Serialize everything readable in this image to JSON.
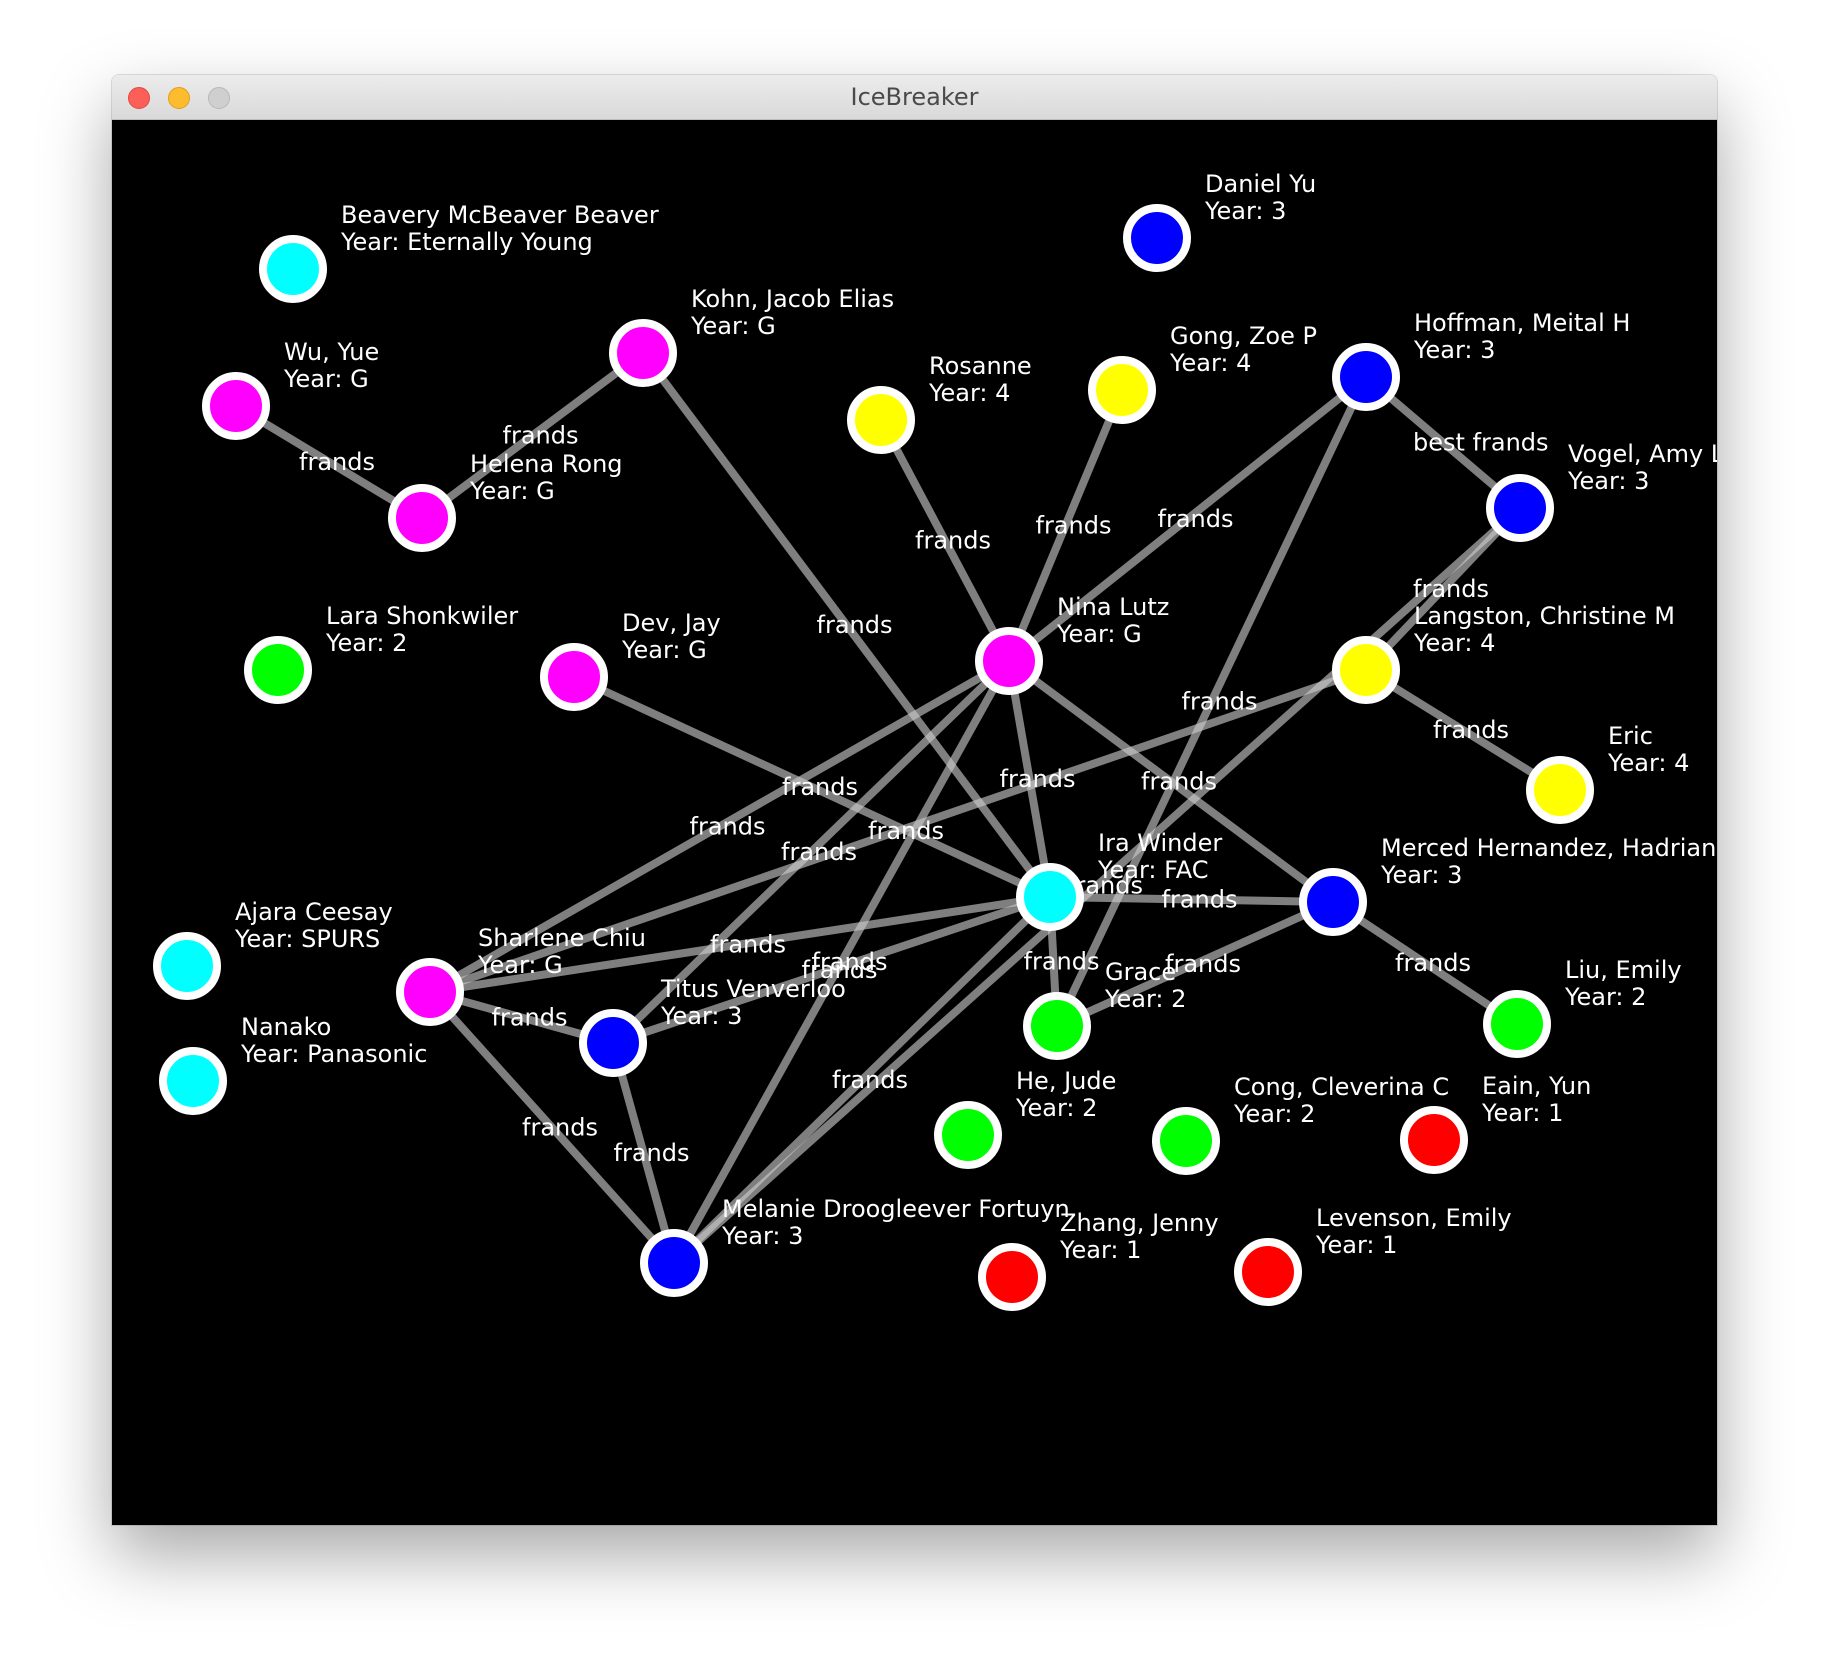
{
  "window": {
    "title": "IceBreaker"
  },
  "colors": {
    "canvas": "#000000",
    "edge": "#cdcdcd",
    "node_ring": "#ffffff",
    "cyan": "#00ffff",
    "magenta": "#ff00ff",
    "blue": "#0000ff",
    "yellow": "#ffff00",
    "green": "#00ff00",
    "red": "#ff0000"
  },
  "graph": {
    "nodes": [
      {
        "id": "beavery",
        "name": "Beavery McBeaver Beaver",
        "year": "Year: Eternally Young",
        "color": "cyan"
      },
      {
        "id": "daniel",
        "name": "Daniel Yu",
        "year": "Year: 3",
        "color": "blue"
      },
      {
        "id": "kohn",
        "name": "Kohn, Jacob Elias",
        "year": "Year: G",
        "color": "magenta"
      },
      {
        "id": "wu",
        "name": "Wu, Yue",
        "year": "Year: G",
        "color": "magenta"
      },
      {
        "id": "helena",
        "name": "Helena Rong",
        "year": "Year: G",
        "color": "magenta"
      },
      {
        "id": "rosanne",
        "name": "Rosanne",
        "year": "Year: 4",
        "color": "yellow"
      },
      {
        "id": "gong",
        "name": "Gong, Zoe P",
        "year": "Year: 4",
        "color": "yellow"
      },
      {
        "id": "hoffman",
        "name": "Hoffman, Meital H",
        "year": "Year: 3",
        "color": "blue"
      },
      {
        "id": "vogel",
        "name": "Vogel, Amy L",
        "year": "Year: 3",
        "color": "blue"
      },
      {
        "id": "lara",
        "name": "Lara Shonkwiler",
        "year": "Year: 2",
        "color": "green"
      },
      {
        "id": "dev",
        "name": "Dev, Jay",
        "year": "Year: G",
        "color": "magenta"
      },
      {
        "id": "nina",
        "name": "Nina Lutz",
        "year": "Year: G",
        "color": "magenta"
      },
      {
        "id": "langston",
        "name": "Langston, Christine M",
        "year": "Year: 4",
        "color": "yellow"
      },
      {
        "id": "eric",
        "name": "Eric",
        "year": "Year: 4",
        "color": "yellow"
      },
      {
        "id": "ira",
        "name": "Ira Winder",
        "year": "Year: FAC",
        "color": "cyan"
      },
      {
        "id": "merced",
        "name": "Merced Hernandez, Hadrian",
        "year": "Year: 3",
        "color": "blue"
      },
      {
        "id": "ajara",
        "name": "Ajara Ceesay",
        "year": "Year: SPURS",
        "color": "cyan"
      },
      {
        "id": "sharlene",
        "name": "Sharlene Chiu",
        "year": "Year: G",
        "color": "magenta"
      },
      {
        "id": "titus",
        "name": "Titus Venverloo",
        "year": "Year: 3",
        "color": "blue"
      },
      {
        "id": "grace",
        "name": "Grace",
        "year": "Year: 2",
        "color": "green"
      },
      {
        "id": "liu",
        "name": "Liu, Emily",
        "year": "Year: 2",
        "color": "green"
      },
      {
        "id": "nanako",
        "name": "Nanako",
        "year": "Year: Panasonic",
        "color": "cyan"
      },
      {
        "id": "he",
        "name": "He, Jude",
        "year": "Year: 2",
        "color": "green"
      },
      {
        "id": "cong",
        "name": "Cong, Cleverina C",
        "year": "Year: 2",
        "color": "green"
      },
      {
        "id": "eain",
        "name": "Eain, Yun",
        "year": "Year: 1",
        "color": "red"
      },
      {
        "id": "melanie",
        "name": "Melanie Droogleever Fortuyn",
        "year": "Year: 3",
        "color": "blue"
      },
      {
        "id": "zhang",
        "name": "Zhang, Jenny",
        "year": "Year: 1",
        "color": "red"
      },
      {
        "id": "levenson",
        "name": "Levenson, Emily",
        "year": "Year: 1",
        "color": "red"
      }
    ],
    "edges": [
      {
        "from": "wu",
        "to": "helena",
        "label": "frands"
      },
      {
        "from": "helena",
        "to": "kohn",
        "label": "frands"
      },
      {
        "from": "kohn",
        "to": "ira",
        "label": "frands"
      },
      {
        "from": "rosanne",
        "to": "nina",
        "label": "frands"
      },
      {
        "from": "gong",
        "to": "nina",
        "label": "frands"
      },
      {
        "from": "hoffman",
        "to": "nina",
        "label": "frands"
      },
      {
        "from": "hoffman",
        "to": "vogel",
        "label": "best frands"
      },
      {
        "from": "hoffman",
        "to": "grace",
        "label": "frands"
      },
      {
        "from": "vogel",
        "to": "langston",
        "label": "frands"
      },
      {
        "from": "vogel",
        "to": "melanie",
        "label": "frands"
      },
      {
        "from": "langston",
        "to": "eric",
        "label": "frands"
      },
      {
        "from": "langston",
        "to": "sharlene",
        "label": "frands"
      },
      {
        "from": "dev",
        "to": "ira",
        "label": "frands"
      },
      {
        "from": "nina",
        "to": "ira",
        "label": "frands"
      },
      {
        "from": "nina",
        "to": "merced",
        "label": "frands"
      },
      {
        "from": "nina",
        "to": "sharlene",
        "label": "frands"
      },
      {
        "from": "nina",
        "to": "titus",
        "label": "frands"
      },
      {
        "from": "nina",
        "to": "melanie",
        "label": "frands"
      },
      {
        "from": "ira",
        "to": "merced",
        "label": "frands"
      },
      {
        "from": "ira",
        "to": "sharlene",
        "label": "frands"
      },
      {
        "from": "ira",
        "to": "titus",
        "label": "frands"
      },
      {
        "from": "ira",
        "to": "grace",
        "label": "frands"
      },
      {
        "from": "ira",
        "to": "melanie",
        "label": "frands"
      },
      {
        "from": "merced",
        "to": "grace",
        "label": "frands"
      },
      {
        "from": "merced",
        "to": "liu",
        "label": "frands"
      },
      {
        "from": "sharlene",
        "to": "titus",
        "label": "frands"
      },
      {
        "from": "sharlene",
        "to": "melanie",
        "label": "frands"
      },
      {
        "from": "titus",
        "to": "melanie",
        "label": "frands"
      }
    ]
  }
}
